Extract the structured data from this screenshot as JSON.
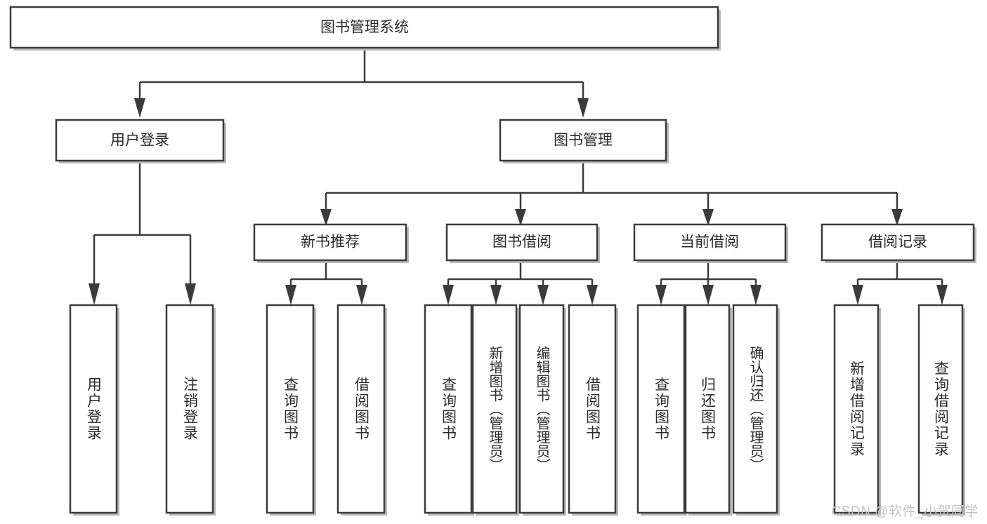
{
  "diagram": {
    "type": "tree",
    "title": "图书管理系统",
    "orientation": "top-down",
    "watermark": "CSDN @软件_小贺同学",
    "colors": {
      "box_fill": "#ffffff",
      "box_stroke": "#3b3b3b",
      "shadow": "#b9b9b9",
      "text": "#2b2b2b",
      "watermark": "#c3c3c3",
      "background": "#ffffff"
    },
    "root": {
      "id": "root",
      "label": "图书管理系统"
    },
    "level1": [
      {
        "id": "user-login",
        "label": "用户登录"
      },
      {
        "id": "book-manage",
        "label": "图书管理"
      }
    ],
    "level2": [
      {
        "id": "new-book-recommend",
        "label": "新书推荐",
        "parent": "book-manage"
      },
      {
        "id": "book-borrow",
        "label": "图书借阅",
        "parent": "book-manage"
      },
      {
        "id": "current-borrow",
        "label": "当前借阅",
        "parent": "book-manage"
      },
      {
        "id": "borrow-record",
        "label": "借阅记录",
        "parent": "book-manage"
      }
    ],
    "leaves": [
      {
        "id": "leaf-user-login",
        "label": "用户登录",
        "parent": "user-login"
      },
      {
        "id": "leaf-logout",
        "label": "注销登录",
        "parent": "user-login"
      },
      {
        "id": "leaf-query-book-1",
        "label": "查询图书",
        "parent": "new-book-recommend"
      },
      {
        "id": "leaf-borrow-book-1",
        "label": "借阅图书",
        "parent": "new-book-recommend"
      },
      {
        "id": "leaf-query-book-2",
        "label": "查询图书",
        "parent": "book-borrow"
      },
      {
        "id": "leaf-add-book",
        "label": "新增图书（管理员）",
        "parent": "book-borrow"
      },
      {
        "id": "leaf-edit-book",
        "label": "编辑图书（管理员）",
        "parent": "book-borrow"
      },
      {
        "id": "leaf-borrow-book-2",
        "label": "借阅图书",
        "parent": "book-borrow"
      },
      {
        "id": "leaf-query-book-3",
        "label": "查询图书",
        "parent": "current-borrow"
      },
      {
        "id": "leaf-return-book",
        "label": "归还图书",
        "parent": "current-borrow"
      },
      {
        "id": "leaf-confirm-return",
        "label": "确认归还（管理员）",
        "parent": "current-borrow"
      },
      {
        "id": "leaf-add-record",
        "label": "新增借阅记录",
        "parent": "borrow-record"
      },
      {
        "id": "leaf-query-record",
        "label": "查询借阅记录",
        "parent": "borrow-record"
      }
    ]
  }
}
